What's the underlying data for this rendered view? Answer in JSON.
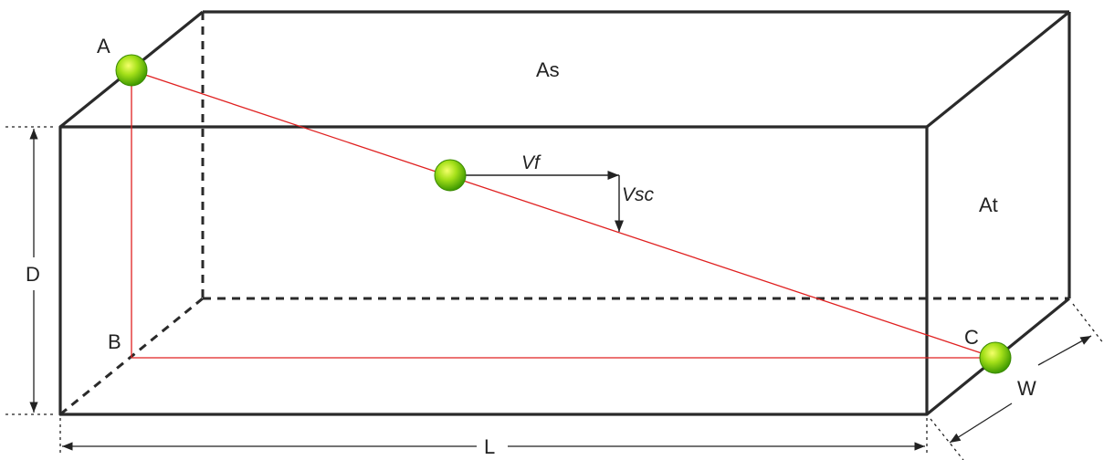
{
  "colors": {
    "box_edge": "#2a2a2a",
    "trajectory": "#e02020",
    "particle_fill": "#7ccf00",
    "particle_highlight": "#ecff5a",
    "dimension_line": "#222222"
  },
  "labels": {
    "point_a": "A",
    "point_b": "B",
    "point_c": "C",
    "surface_area": "As",
    "cross_section_area": "At",
    "flow_velocity": "Vf",
    "settling_velocity": "Vsc",
    "depth": "D",
    "length": "L",
    "width": "W"
  },
  "icons": {
    "particle": "particle-sphere-icon"
  }
}
